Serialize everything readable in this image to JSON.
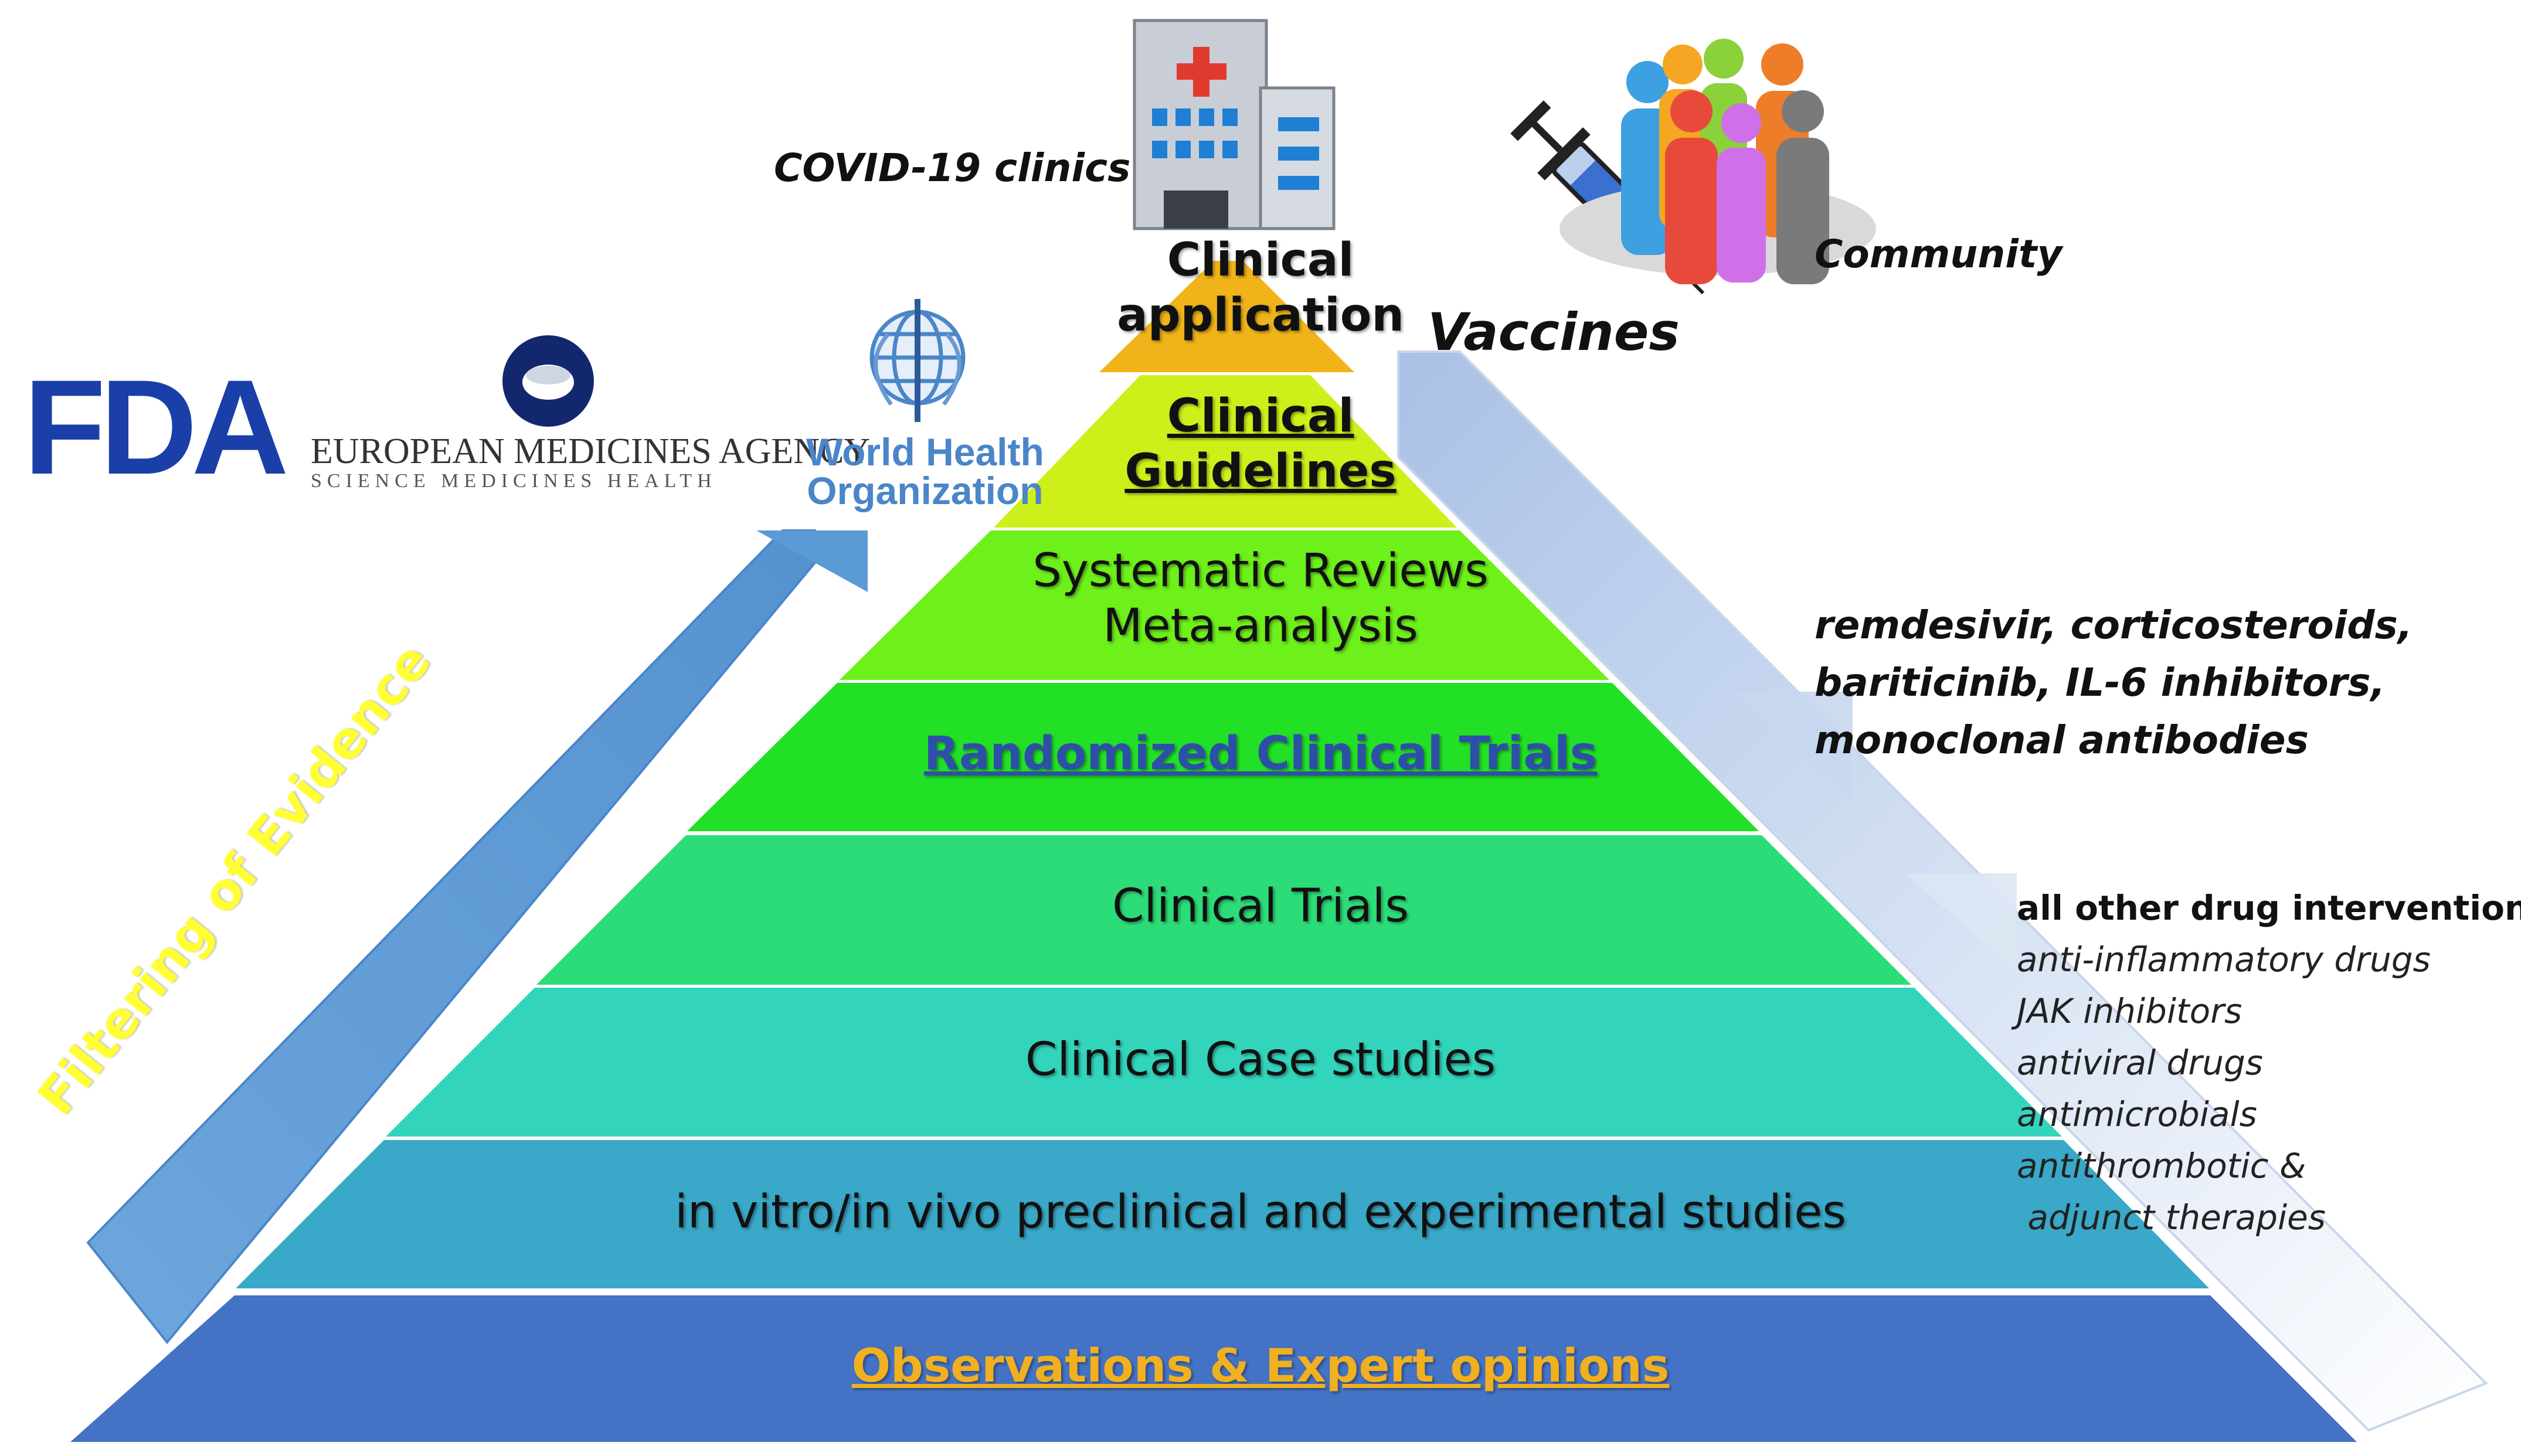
{
  "pyramid": {
    "tiers": [
      {
        "label": "Observations & Expert opinions",
        "color": "#4472c4",
        "text_color": "#f0b020"
      },
      {
        "label": "in vitro/in vivo preclinical and experimental studies",
        "color": "#3aa8c8",
        "text_color": "#111111"
      },
      {
        "label": "Clinical Case studies",
        "color": "#33d4bc",
        "text_color": "#111111"
      },
      {
        "label": "Clinical Trials",
        "color": "#2cdc78",
        "text_color": "#111111"
      },
      {
        "label": "Randomized Clinical Trials",
        "color": "#22e026",
        "text_color": "#2e4fa8"
      },
      {
        "label": "Systematic Reviews Meta-analysis",
        "line1": "Systematic Reviews",
        "line2": "Meta-analysis",
        "color": "#6ef01a",
        "text_color": "#111111"
      },
      {
        "label": "Clinical Guidelines",
        "line1": "Clinical",
        "line2": "Guidelines",
        "color": "#cef01a",
        "text_color": "#111111"
      },
      {
        "label": "Clinical application",
        "line1": "Clinical",
        "line2": "application",
        "color": "#f0b41a",
        "text_color": "#111111"
      }
    ]
  },
  "left_arrow": {
    "label": "Filtering of Evidence",
    "color": "#5b9bd5",
    "text_color": "#ffff33"
  },
  "logos": {
    "fda": "FDA",
    "ema_line1": "EUROPEAN MEDICINES AGENCY",
    "ema_line2": "SCIENCE   MEDICINES   HEALTH",
    "who_line1": "World Health",
    "who_line2": "Organization"
  },
  "top": {
    "clinics_label": "COVID-19 clinics",
    "community_label": "Community",
    "vaccines_label": "Vaccines"
  },
  "right_text": {
    "approved": [
      "remdesivir, corticosteroids,",
      "bariticinib, IL-6 inhibitors,",
      "monoclonal antibodies"
    ],
    "others_heading": "all other drug interventions",
    "others": [
      "anti-inflammatory drugs",
      "JAK inhibitors",
      "antiviral drugs",
      "antimicrobials",
      "antithrombotic &",
      " adjunct therapies"
    ]
  },
  "icons": [
    "hospital-icon",
    "people-group-icon",
    "syringe-icon",
    "fda-logo",
    "ema-logo",
    "who-logo"
  ]
}
